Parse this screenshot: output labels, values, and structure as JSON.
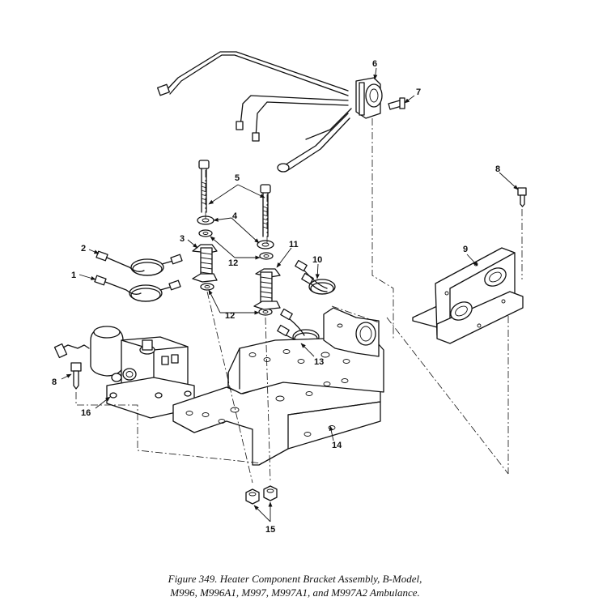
{
  "caption": {
    "line1": "Figure 349.  Heater Component Bracket Assembly, B-Model,",
    "line2": "M996, M996A1, M997, M997A1, and M997A2 Ambulance."
  },
  "callouts": {
    "c1": "1",
    "c2": "2",
    "c3": "3",
    "c4": "4",
    "c5": "5",
    "c6": "6",
    "c7": "7",
    "c8a": "8",
    "c8b": "8",
    "c9": "9",
    "c10": "10",
    "c11": "11",
    "c12a": "12",
    "c12b": "12",
    "c13": "13",
    "c14": "14",
    "c15": "15",
    "c16": "16"
  }
}
